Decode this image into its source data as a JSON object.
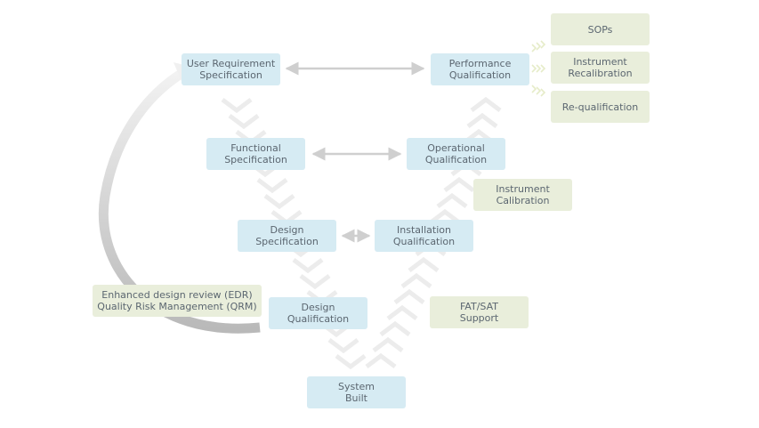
{
  "colors": {
    "blue_box": "#d6ebf3",
    "green_box": "#e9eedb",
    "text": "#5b6670",
    "arrow": "#cfcfcf"
  },
  "left_arm": {
    "urs": "User Requirement\nSpecification",
    "fs": "Functional\nSpecification",
    "ds": "Design\nSpecification",
    "dq": "Design\nQualification"
  },
  "right_arm": {
    "pq": "Performance\nQualification",
    "oq": "Operational\nQualification",
    "iq": "Installation\nQualification"
  },
  "bottom": {
    "system_built": "System\nBuilt"
  },
  "support": {
    "sops": "SOPs",
    "instrument_recalibration": "Instrument\nRecalibration",
    "requalification": "Re-qualification",
    "instrument_calibration": "Instrument\nCalibration",
    "fat_sat": "FAT/SAT\nSupport",
    "edr_qrm": "Enhanced design review (EDR)\nQuality Risk Management (QRM)"
  }
}
